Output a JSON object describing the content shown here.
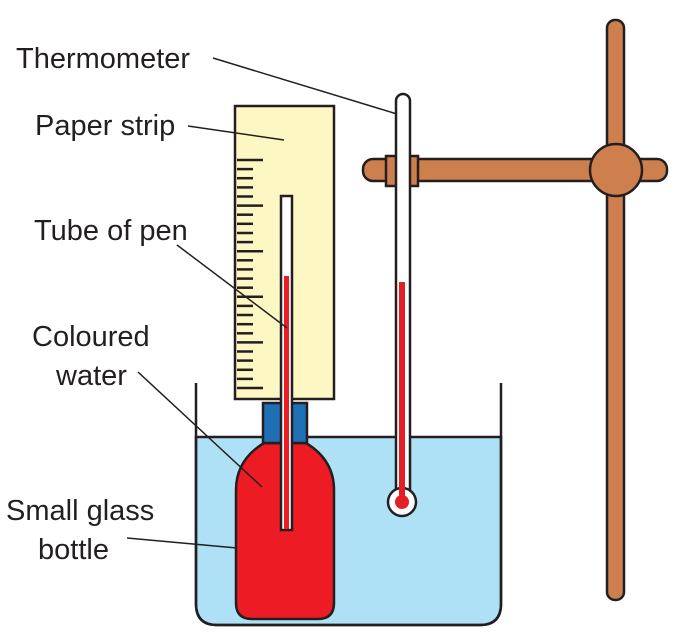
{
  "labels": {
    "thermometer": "Thermometer",
    "paper_strip": "Paper strip",
    "tube_of_pen": "Tube of pen",
    "coloured_water_1": "Coloured",
    "coloured_water_2": "water",
    "glass_bottle_1": "Small glass",
    "glass_bottle_2": "bottle"
  },
  "colors": {
    "water": "#aee1f5",
    "bottle": "#ed1c24",
    "cap": "#1f6fb4",
    "paper": "#fdf7c4",
    "stand": "#cd7f4d",
    "thermometer_liquid": "#e31e24",
    "outline": "#231f20"
  },
  "icons": {
    "thermometer": "thermometer-icon",
    "stand": "retort-stand-icon",
    "beaker": "beaker-icon",
    "bottle": "bottle-icon"
  }
}
